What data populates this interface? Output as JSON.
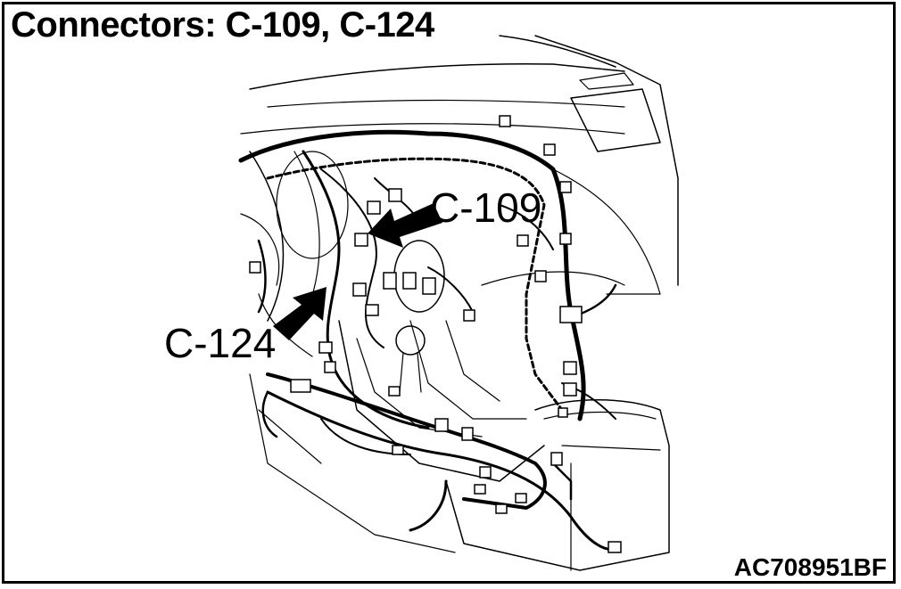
{
  "title": "Connectors: C-109, C-124",
  "callouts": {
    "c109": "C-109",
    "c124": "C-124"
  },
  "figure_code": "AC708951BF"
}
